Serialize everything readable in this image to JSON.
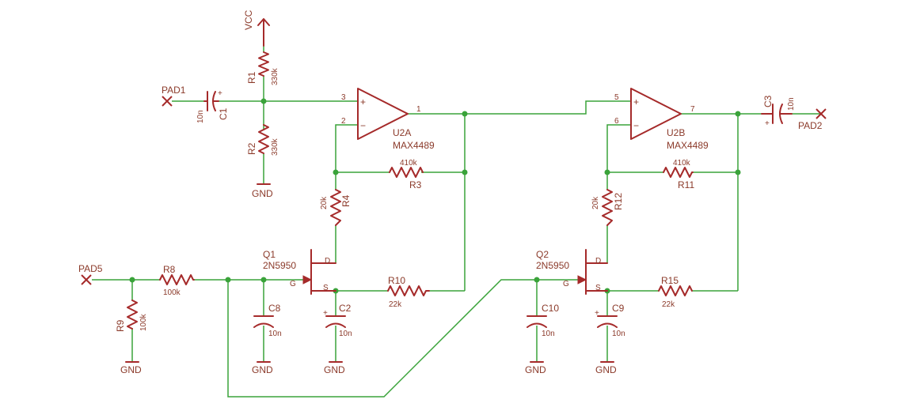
{
  "supply": {
    "vcc": "VCC",
    "gnd": "GND"
  },
  "pads": {
    "pad1": "PAD1",
    "pad2": "PAD2",
    "pad5": "PAD5"
  },
  "resistors": {
    "r1": {
      "name": "R1",
      "value": "330k"
    },
    "r2": {
      "name": "R2",
      "value": "330k"
    },
    "r3": {
      "name": "R3",
      "value": "410k"
    },
    "r4": {
      "name": "R4",
      "value": "20k"
    },
    "r8": {
      "name": "R8",
      "value": "100k"
    },
    "r9": {
      "name": "R9",
      "value": "100k"
    },
    "r10": {
      "name": "R10",
      "value": "22k"
    },
    "r11": {
      "name": "R11",
      "value": "410k"
    },
    "r12": {
      "name": "R12",
      "value": "20k"
    },
    "r15": {
      "name": "R15",
      "value": "22k"
    }
  },
  "capacitors": {
    "c1": {
      "name": "C1",
      "value": "10n"
    },
    "c2": {
      "name": "C2",
      "value": "10n"
    },
    "c3": {
      "name": "C3",
      "value": "10n"
    },
    "c8": {
      "name": "C8",
      "value": "10n"
    },
    "c9": {
      "name": "C9",
      "value": "10n"
    },
    "c10": {
      "name": "C10",
      "value": "10n"
    }
  },
  "opamps": {
    "u2a": {
      "name": "U2A",
      "part": "MAX4489",
      "pin_in_plus": "3",
      "pin_in_minus": "2",
      "pin_out": "1"
    },
    "u2b": {
      "name": "U2B",
      "part": "MAX4489",
      "pin_in_plus": "5",
      "pin_in_minus": "6",
      "pin_out": "7"
    }
  },
  "transistors": {
    "q1": {
      "name": "Q1",
      "part": "2N5950"
    },
    "q2": {
      "name": "Q2",
      "part": "2N5950"
    }
  },
  "pin_letters": {
    "d": "D",
    "s": "S",
    "g": "G"
  },
  "symbols": {
    "plus": "+",
    "minus": "−"
  },
  "colors": {
    "wire": "#3aa33a",
    "component": "#a52a2a",
    "background": "#ffffff"
  }
}
